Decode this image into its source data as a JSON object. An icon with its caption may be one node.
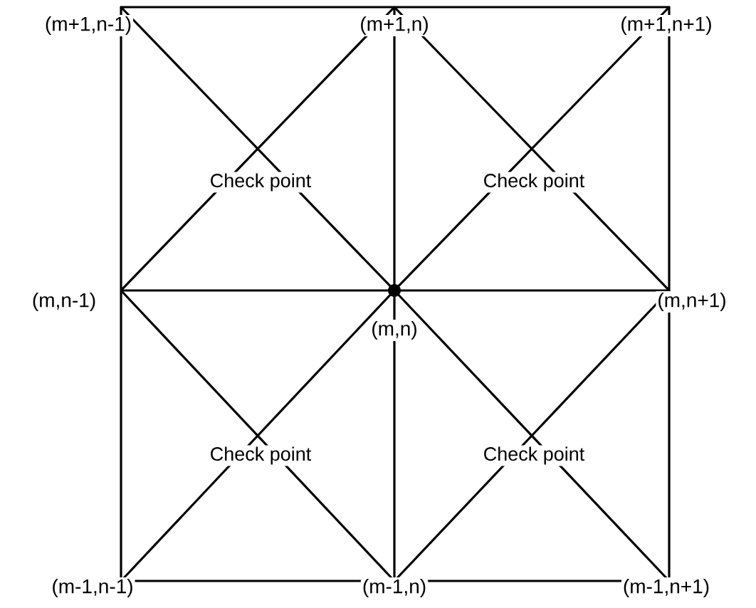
{
  "diagram": {
    "labels": [
      "(m+1,n-1)",
      "(m+1,n)",
      "(m+1,n+1)",
      "Check point",
      "Check point",
      "(m,n-1)",
      "(m,n)",
      "(m,n+1)",
      "Check point",
      "Check point",
      "(m-1,n-1)",
      "(m-1,n)",
      "(m-1,n+1)"
    ]
  }
}
